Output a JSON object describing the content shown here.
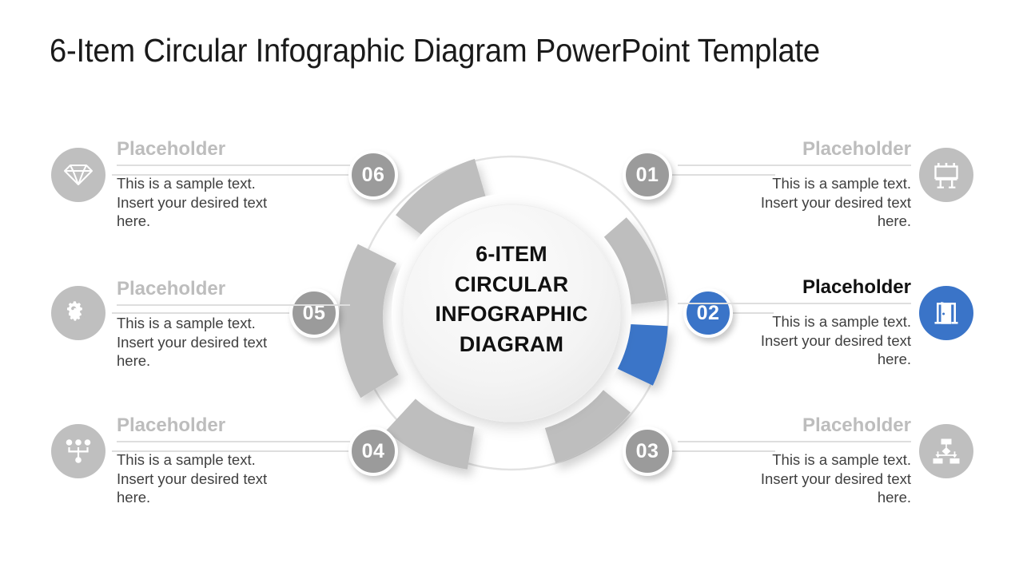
{
  "slide": {
    "title": "6-Item Circular Infographic Diagram PowerPoint Template",
    "background": "#ffffff"
  },
  "colors": {
    "accent": "#3a74c8",
    "segment_gray": "#bfbfbf",
    "badge_gray": "#9b9b9b",
    "heading_gray": "#bdbdbd",
    "body_text": "#3f3f3f",
    "rule_gray": "#dedede",
    "title_text": "#1a1a1a"
  },
  "center": {
    "line1": "6-ITEM",
    "line2": "CIRCULAR",
    "line3": "INFOGRAPHIC",
    "line4": "DIAGRAM"
  },
  "items": [
    {
      "number": "01",
      "heading": "Placeholder",
      "body": "This is a sample text.\nInsert your desired text\nhere.",
      "icon": "billboard-icon",
      "side": "right",
      "active": false
    },
    {
      "number": "02",
      "heading": "Placeholder",
      "body": "This is a sample text.\nInsert your desired text\nhere.",
      "icon": "open-door-icon",
      "side": "right",
      "active": true
    },
    {
      "number": "03",
      "heading": "Placeholder",
      "body": "This is a sample text.\nInsert your desired text\nhere.",
      "icon": "flowchart-icon",
      "side": "right",
      "active": false
    },
    {
      "number": "04",
      "heading": "Placeholder",
      "body": "This is a sample text.\nInsert your desired text\nhere.",
      "icon": "network-nodes-icon",
      "side": "left",
      "active": false
    },
    {
      "number": "05",
      "heading": "Placeholder",
      "body": "This is a sample text.\nInsert your desired text\nhere.",
      "icon": "gears-icon",
      "side": "left",
      "active": false
    },
    {
      "number": "06",
      "heading": "Placeholder",
      "body": "This is a sample text.\nInsert your desired text\nhere.",
      "icon": "diamond-gem-icon",
      "side": "left",
      "active": false
    }
  ]
}
